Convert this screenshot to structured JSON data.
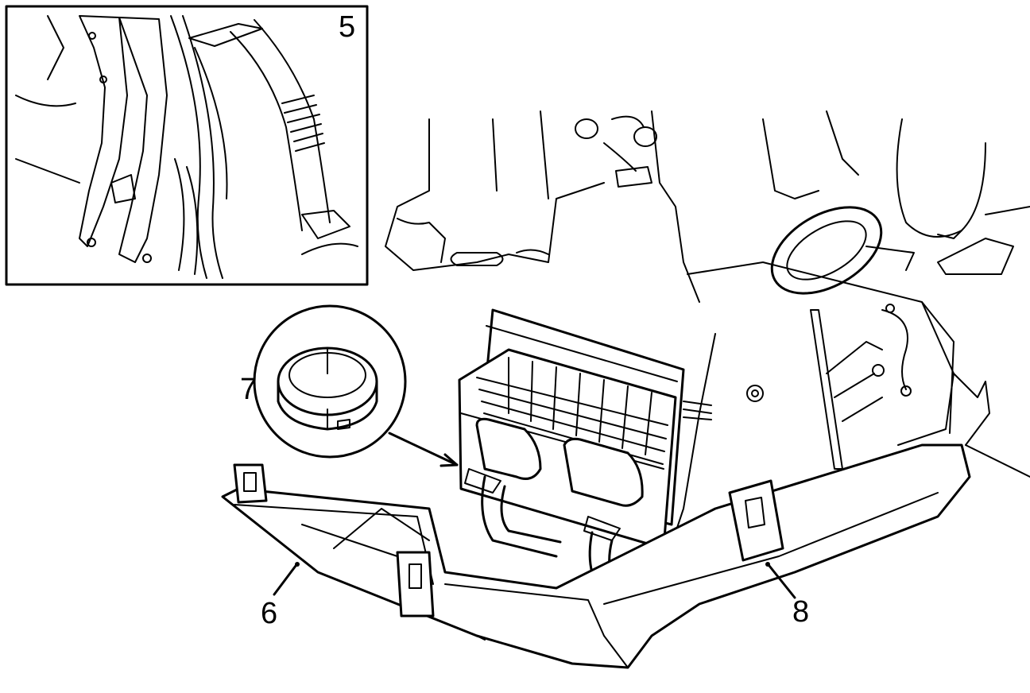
{
  "figure": {
    "inset_label": "5",
    "callouts": [
      {
        "id": "6",
        "text": "6"
      },
      {
        "id": "7",
        "text": "7"
      },
      {
        "id": "8",
        "text": "8"
      }
    ]
  }
}
